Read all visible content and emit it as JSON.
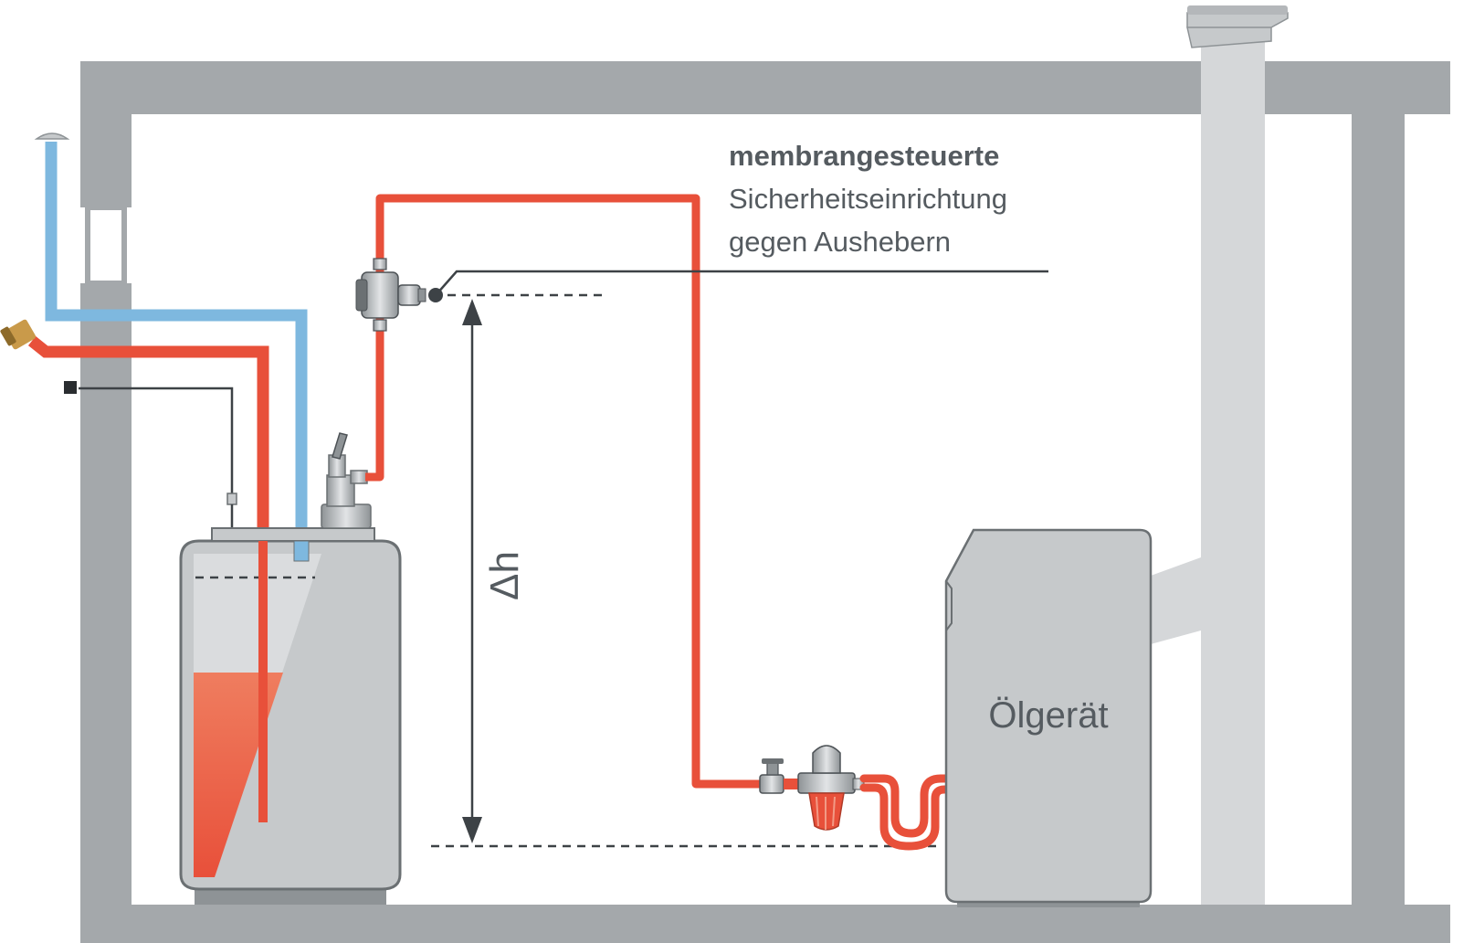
{
  "labels": {
    "title_bold": "membrangesteuerte",
    "title_line2": "Sicherheitseinrichtung",
    "title_line3": "gegen Aushebern",
    "delta_h": "Δh",
    "device": "Ölgerät"
  },
  "colors": {
    "wall": "#a4a8ab",
    "chimney": "#d5d7d9",
    "tank": "#c6c9cb",
    "oil_line": "#e8503a",
    "vent_line": "#7eb8df",
    "sensor_line": "#3d4246",
    "label_text": "#555b60"
  }
}
